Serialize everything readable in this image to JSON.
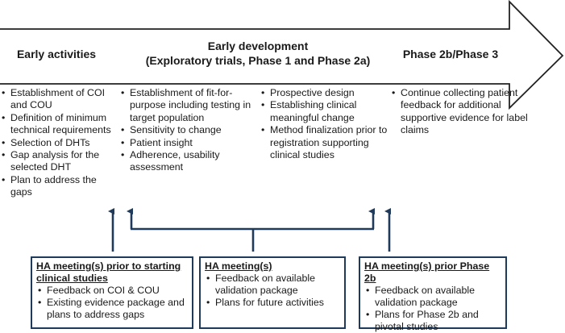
{
  "headers": {
    "early_activities": "Early activities",
    "early_development_line1": "Early development",
    "early_development_line2": "(Exploratory trials, Phase 1 and Phase 2a)",
    "phase_2b_3": "Phase 2b/Phase 3"
  },
  "columns": {
    "col1": [
      "Establishment of COI and COU",
      "Definition of minimum technical requirements",
      "Selection of DHTs",
      "Gap analysis for the selected DHT",
      "Plan to address the gaps"
    ],
    "col2": [
      "Establishment of fit-for-purpose including testing in target population",
      "Sensitivity to change",
      "Patient insight",
      "Adherence, usability assessment"
    ],
    "col3": [
      "Prospective design",
      "Establishing clinical meaningful change",
      "Method finalization prior to registration supporting clinical studies"
    ],
    "col4": [
      "Continue collecting patient feedback for additional supportive evidence for label claims"
    ]
  },
  "boxes": {
    "box1": {
      "title": "HA meeting(s) prior to starting clinical studies",
      "items": [
        "Feedback on COI & COU",
        "Existing evidence package and plans to address gaps"
      ]
    },
    "box2": {
      "title": "HA meeting(s)",
      "items": [
        "Feedback on available validation package",
        "Plans for future activities"
      ]
    },
    "box3": {
      "title": "HA meeting(s) prior Phase 2b",
      "items": [
        "Feedback on available validation package",
        "Plans for Phase 2b and pivotal studies"
      ]
    }
  },
  "colors": {
    "arrow_outline": "#222222",
    "box_border": "#1f3a5a",
    "connector": "#1f3a5a"
  }
}
